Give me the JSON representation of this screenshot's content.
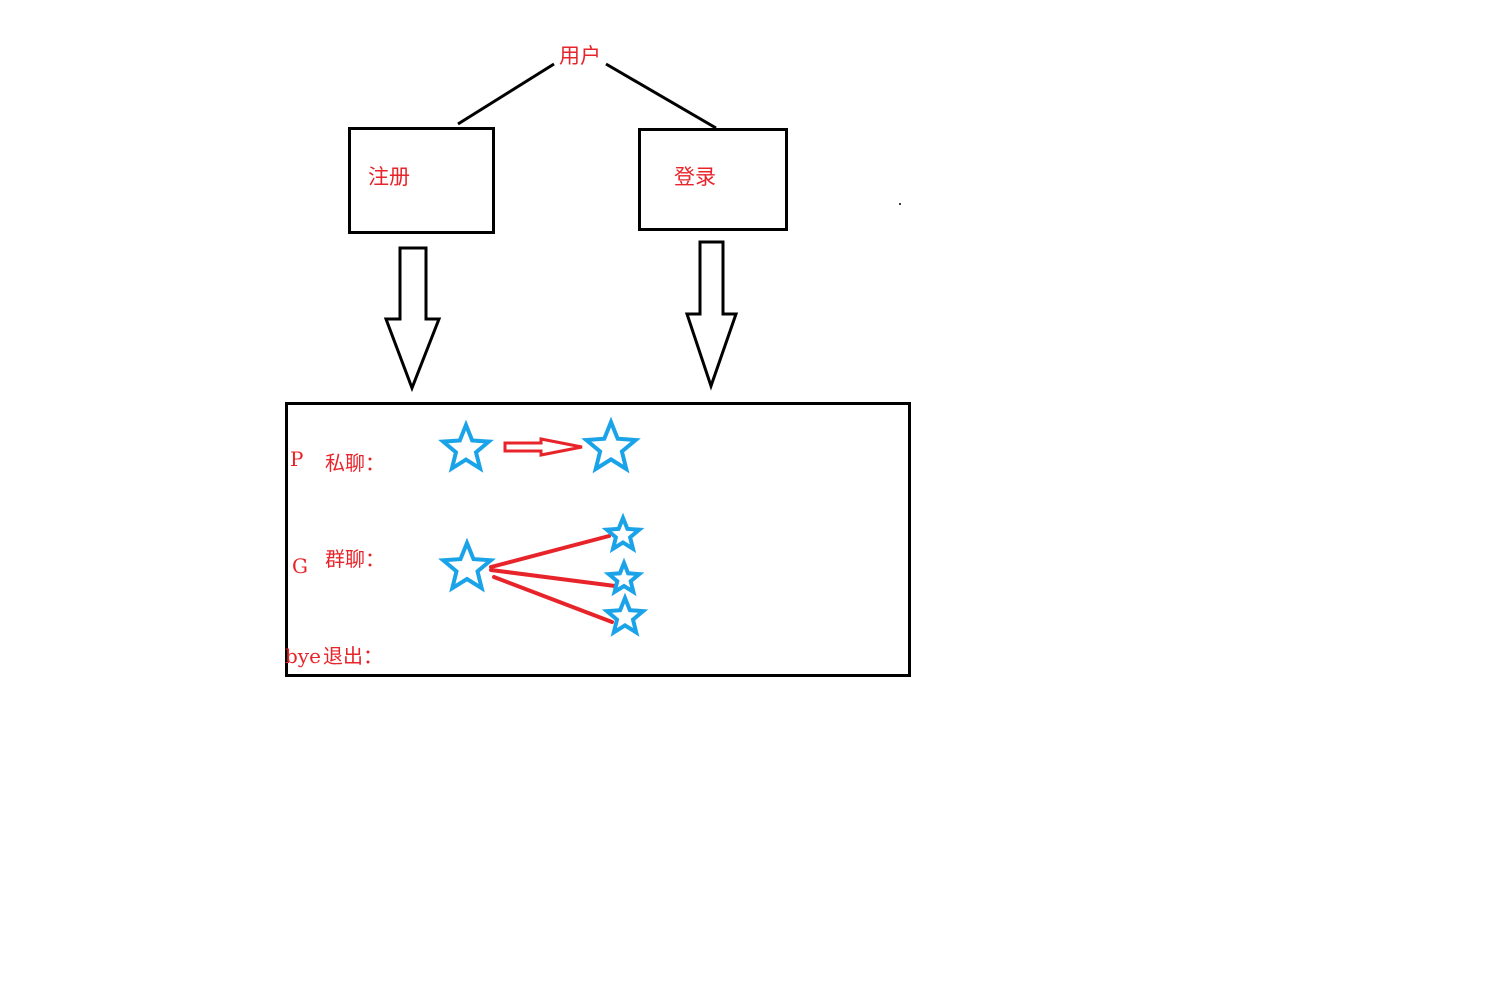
{
  "colors": {
    "line": "#000000",
    "label": "#e8242b",
    "star": "#1aa3e8",
    "chat_arrow": "#e8242b"
  },
  "diagram": {
    "root": {
      "label": "用户"
    },
    "nodes": {
      "register": {
        "label": "注册"
      },
      "login": {
        "label": "登录"
      }
    },
    "menu": {
      "options": [
        {
          "key": "P",
          "label": "私聊："
        },
        {
          "key": "G",
          "label": "群聊："
        },
        {
          "key": "bye",
          "label": "退出："
        }
      ]
    }
  }
}
